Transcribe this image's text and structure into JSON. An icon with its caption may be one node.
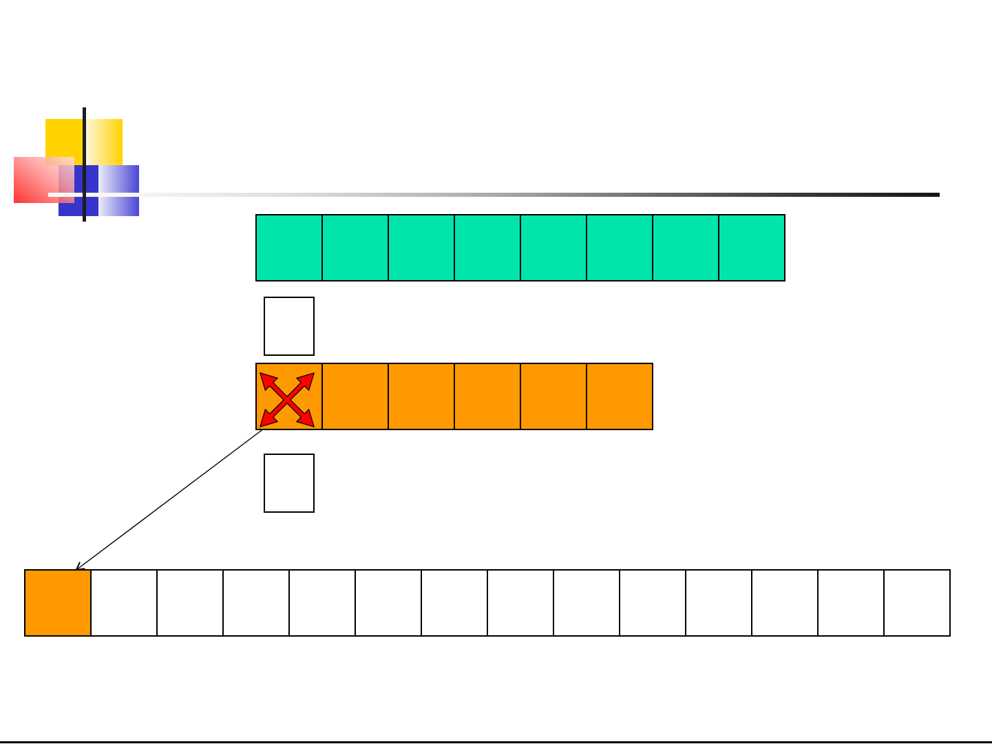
{
  "diagram": {
    "nodes": [
      {
        "text": [],
        "shape": "box"
      },
      {
        "text": [],
        "shape": "box"
      },
      {
        "text": [],
        "shape": "box"
      },
      {
        "text": [],
        "shape": "box"
      },
      {
        "text": [],
        "shape": "box"
      },
      {
        "text": [],
        "shape": "box"
      },
      {
        "text": [],
        "shape": "box"
      },
      {
        "text": [],
        "shape": "box"
      },
      {
        "text": [],
        "shape": "box"
      },
      {
        "text": [],
        "shape": "box"
      },
      {
        "text": [],
        "shape": "box"
      },
      {
        "text": [],
        "shape": "box"
      },
      {
        "text": [],
        "shape": "box"
      },
      {
        "text": [],
        "shape": "box"
      },
      {
        "text": [],
        "shape": "box"
      },
      {
        "text": [],
        "shape": "box"
      },
      {
        "text": [],
        "shape": "box"
      },
      {
        "text": [],
        "shape": "box"
      },
      {
        "text": [],
        "shape": "box"
      },
      {
        "text": [],
        "shape": "box"
      },
      {
        "text": [],
        "shape": "box"
      },
      {
        "text": [],
        "shape": "box"
      },
      {
        "text": [],
        "shape": "box"
      },
      {
        "text": [],
        "shape": "box"
      },
      {
        "text": [],
        "shape": "box"
      },
      {
        "text": [],
        "shape": "box"
      },
      {
        "text": [],
        "shape": "box"
      },
      {
        "text": [],
        "shape": "box"
      },
      {
        "text": [],
        "shape": "box"
      },
      {
        "text": [],
        "shape": "box"
      }
    ],
    "edges": [
      {
        "from": 9,
        "to": 16,
        "arrow": "to"
      }
    ]
  }
}
